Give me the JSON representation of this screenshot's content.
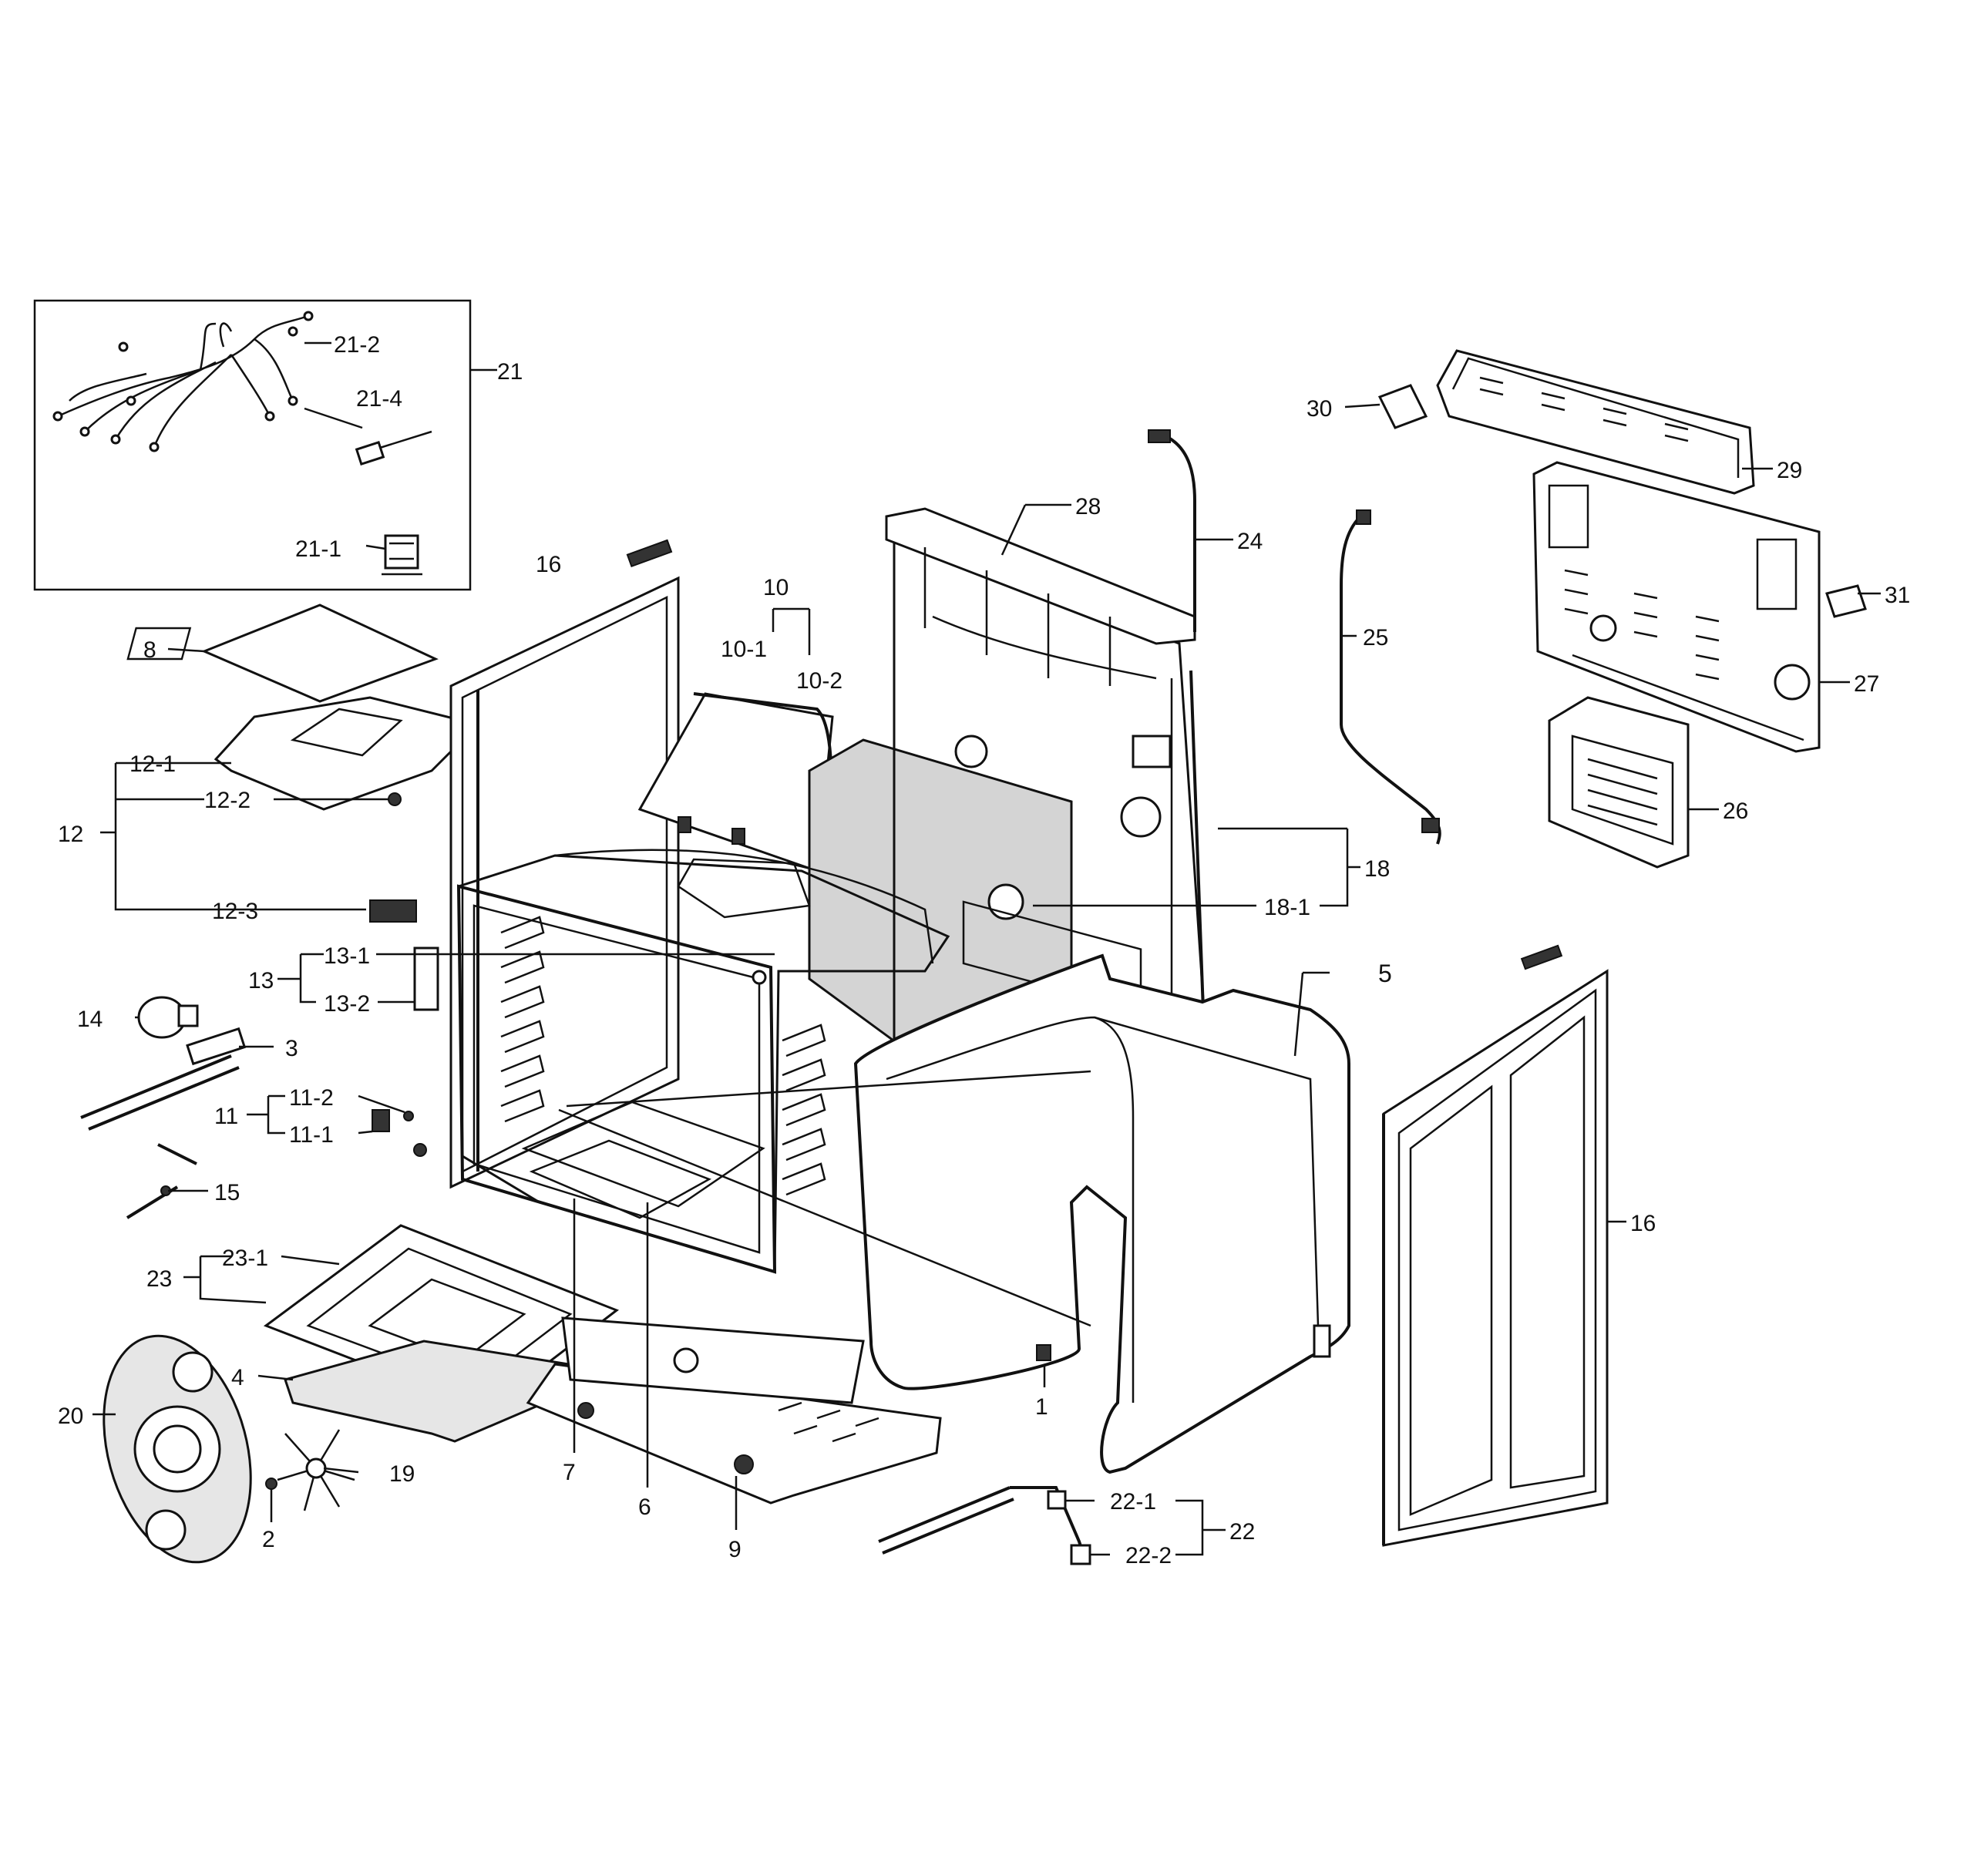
{
  "callouts": {
    "c1": "1",
    "c2": "2",
    "c3": "3",
    "c4": "4",
    "c5": "5",
    "c6": "6",
    "c7": "7",
    "c8": "8",
    "c9": "9",
    "c10": "10",
    "c10_1": "10-1",
    "c10_2": "10-2",
    "c11": "11",
    "c11_1": "11-1",
    "c11_2": "11-2",
    "c12": "12",
    "c12_1": "12-1",
    "c12_2": "12-2",
    "c12_3": "12-3",
    "c13": "13",
    "c13_1": "13-1",
    "c13_2": "13-2",
    "c14": "14",
    "c15": "15",
    "c16a": "16",
    "c16b": "16",
    "c18": "18",
    "c18_1": "18-1",
    "c19": "19",
    "c20": "20",
    "c21": "21",
    "c21_1": "21-1",
    "c21_2": "21-2",
    "c21_4": "21-4",
    "c22": "22",
    "c22_1": "22-1",
    "c22_2": "22-2",
    "c23": "23",
    "c23_1": "23-1",
    "c24": "24",
    "c25": "25",
    "c26": "26",
    "c27": "27",
    "c28": "28",
    "c29": "29",
    "c30": "30",
    "c31": "31"
  }
}
